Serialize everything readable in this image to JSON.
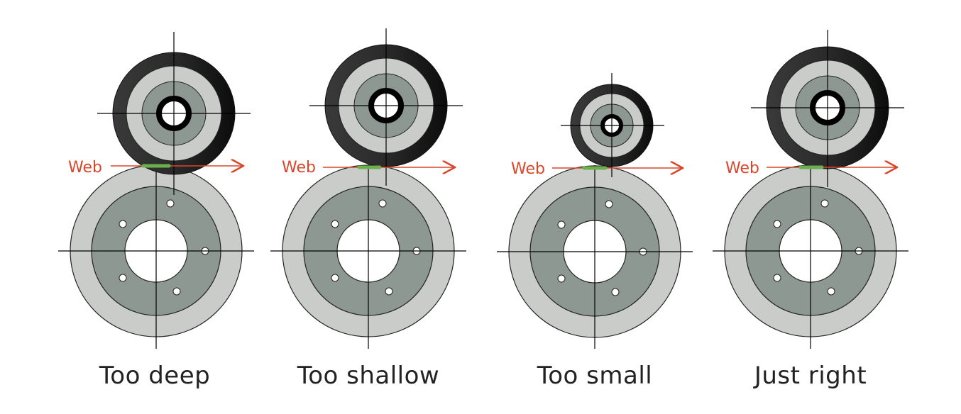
{
  "web_label": "Web",
  "panels": [
    {
      "caption": "Too deep"
    },
    {
      "caption": "Too shallow"
    },
    {
      "caption": "Too small"
    },
    {
      "caption": "Just right"
    }
  ],
  "colors": {
    "outer_ring_dark": "#1e1e1e",
    "light_ring": "#c9ccc8",
    "mid_ring": "#8e9893",
    "inner_ring": "#7f8a85",
    "core_ring": "#000000",
    "web_line": "#d9472b",
    "contact": "#6ab04c",
    "crosshair": "#000000"
  }
}
